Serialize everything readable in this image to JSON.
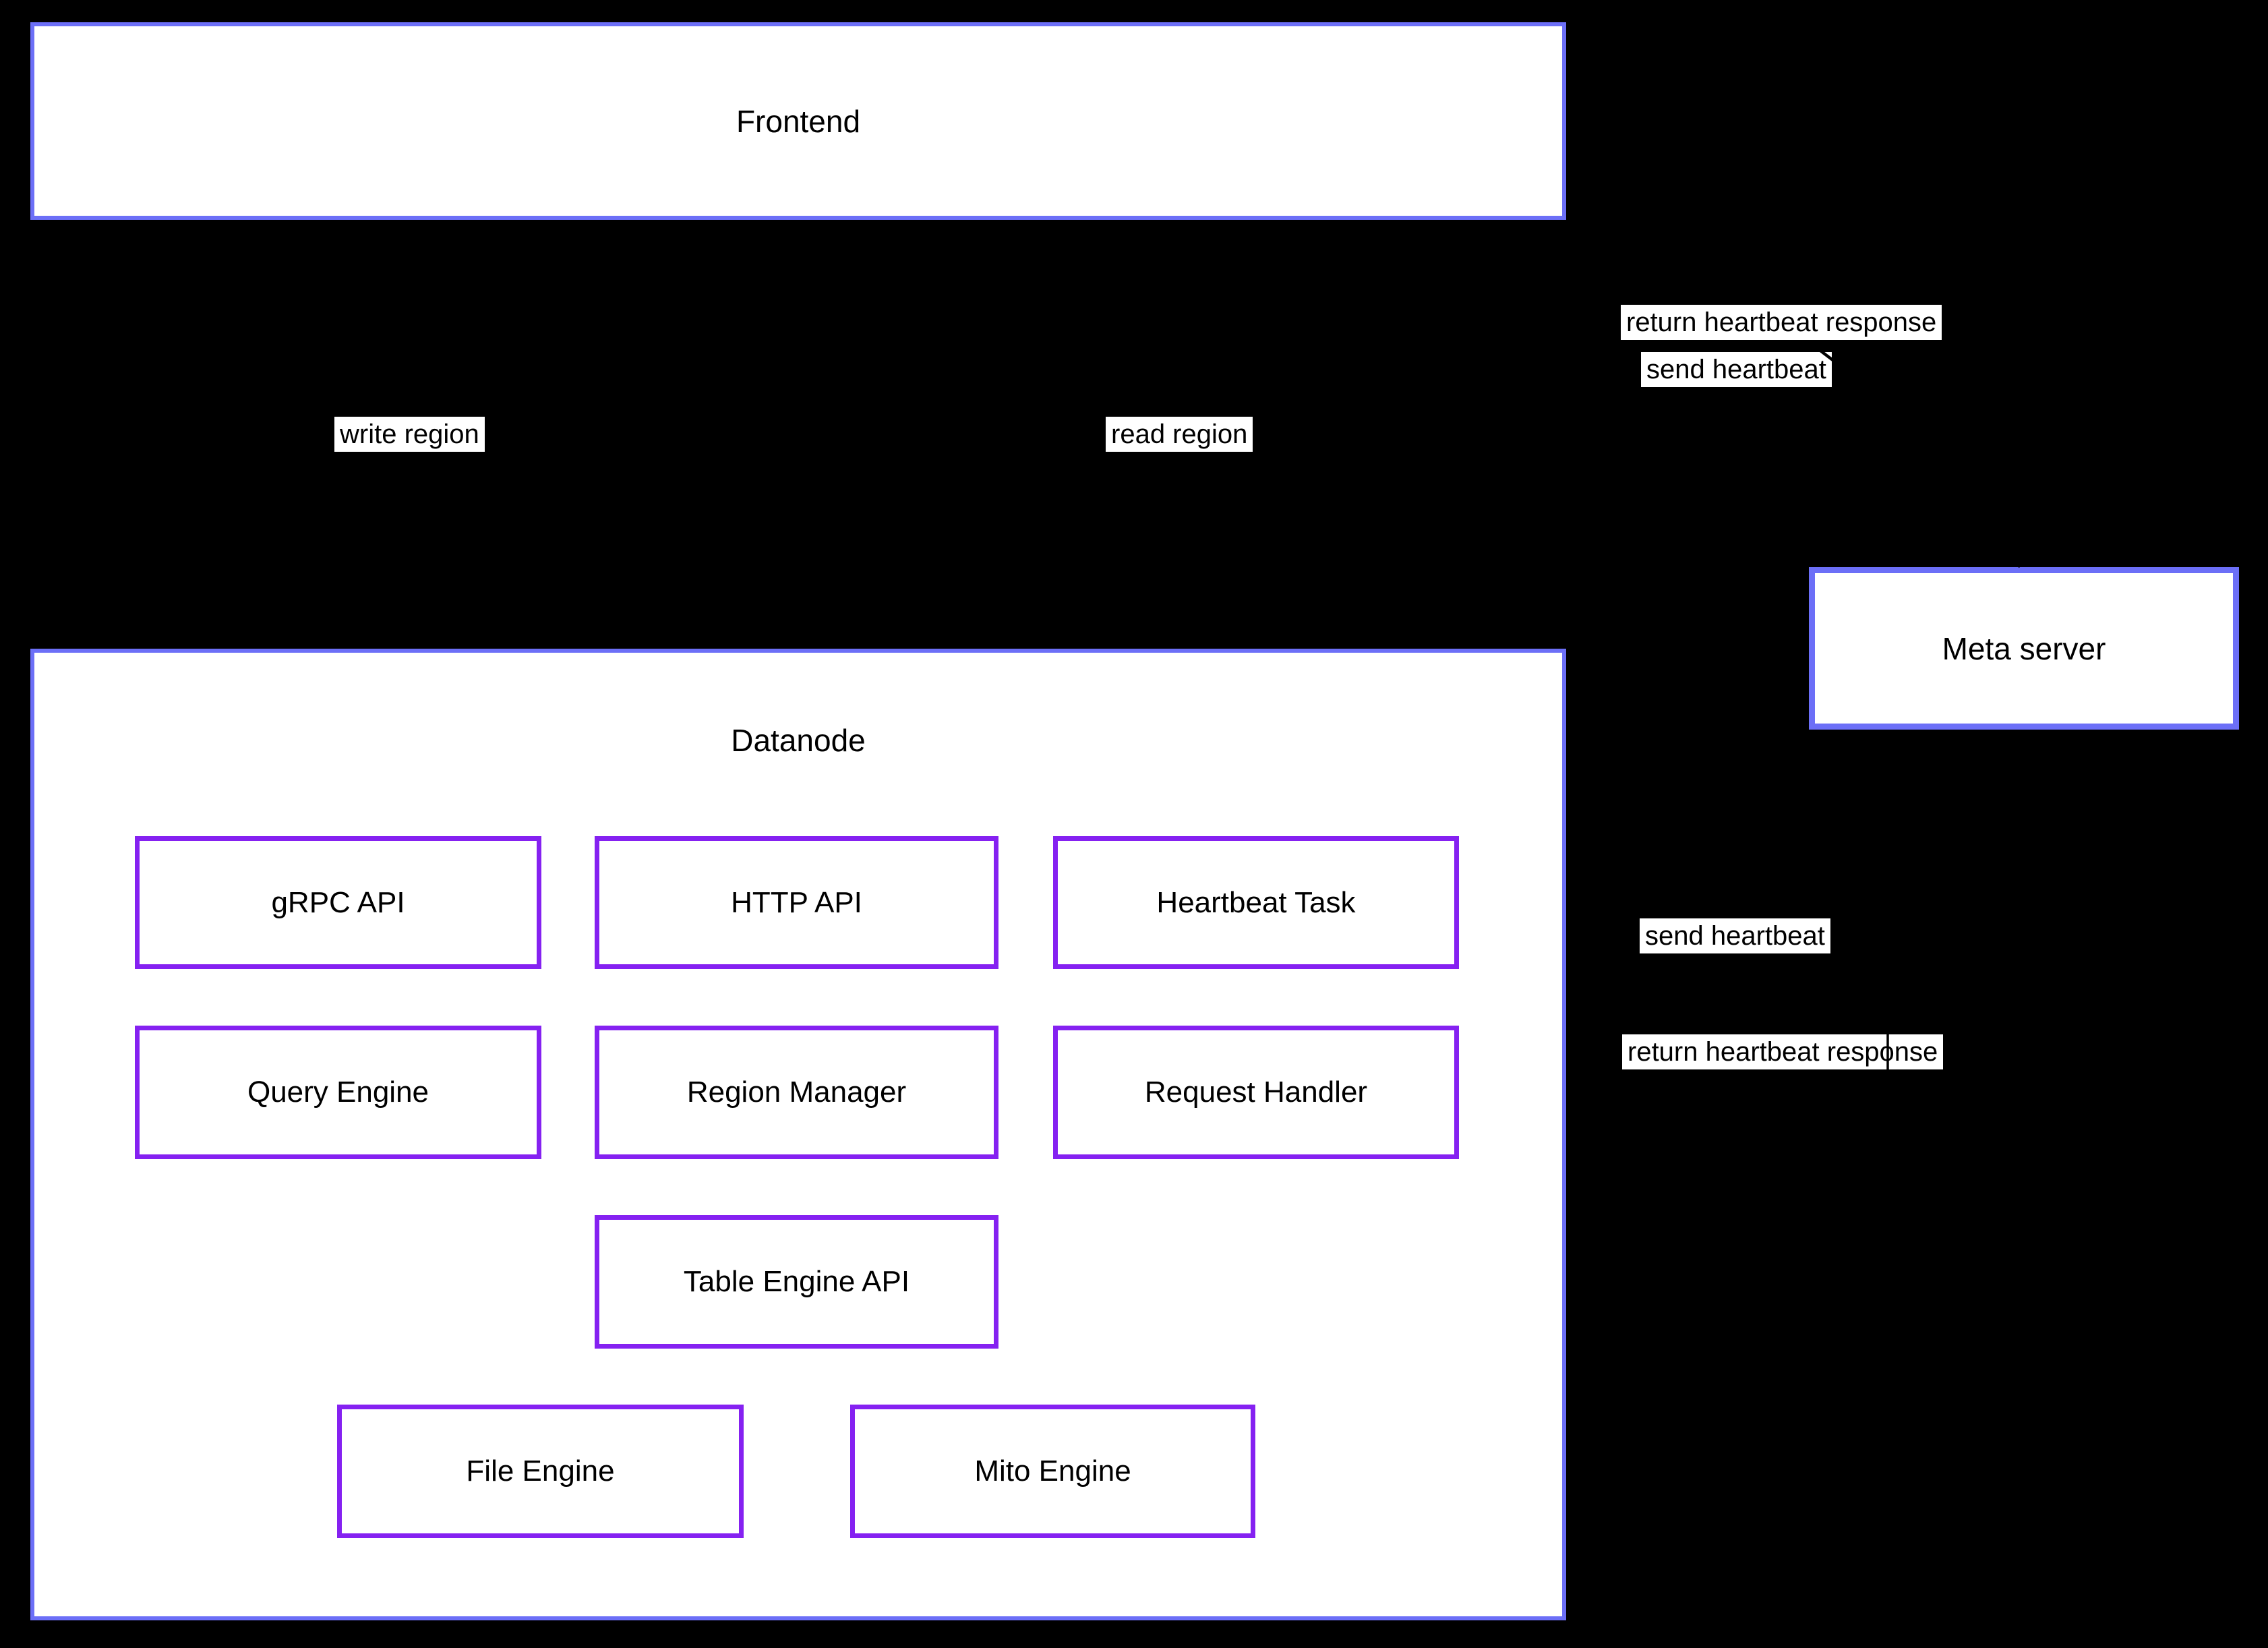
{
  "diagram": {
    "frontend": {
      "label": "Frontend"
    },
    "meta_server": {
      "label": "Meta server"
    },
    "datanode": {
      "label": "Datanode",
      "components": [
        {
          "label": "gRPC API"
        },
        {
          "label": "HTTP API"
        },
        {
          "label": "Heartbeat Task"
        },
        {
          "label": "Query Engine"
        },
        {
          "label": "Region Manager"
        },
        {
          "label": "Request Handler"
        },
        {
          "label": "Table Engine API"
        },
        {
          "label": "File Engine"
        },
        {
          "label": "Mito Engine"
        }
      ]
    },
    "edges": {
      "write_region": {
        "label": "write region"
      },
      "read_region": {
        "label": "read region"
      },
      "frontend_return_heartbeat": {
        "label": "return heartbeat response"
      },
      "frontend_send_heartbeat": {
        "label": "send heartbeat"
      },
      "datanode_send_heartbeat": {
        "label": "send heartbeat"
      },
      "datanode_return_heartbeat": {
        "label": "return heartbeat response"
      }
    },
    "colors": {
      "background": "#000000",
      "node_fill": "#ffffff",
      "outer_node_border": "#6c6ff7",
      "inner_node_border": "#8521f1",
      "text": "#000000",
      "edge": "#000000"
    }
  }
}
